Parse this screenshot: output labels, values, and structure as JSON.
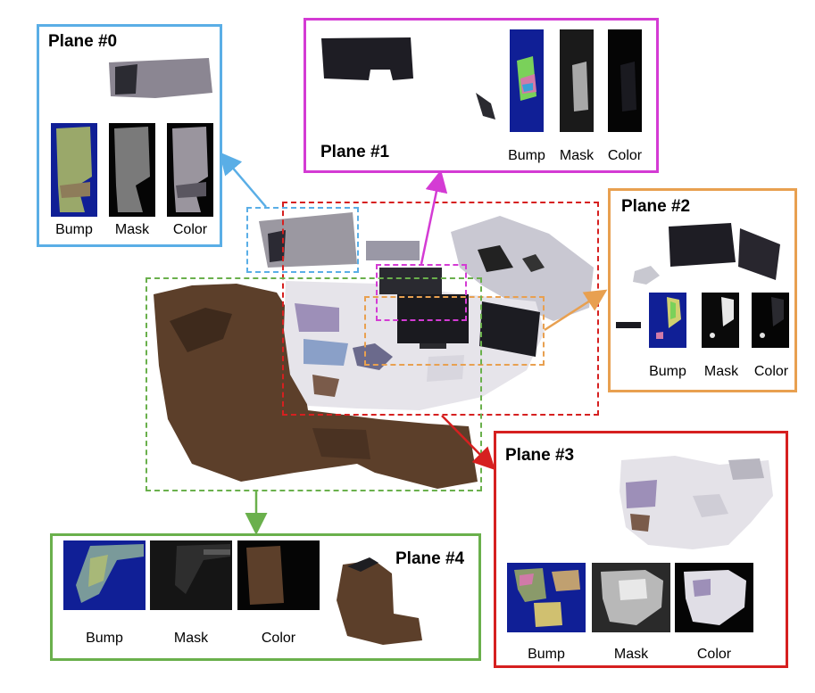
{
  "colors": {
    "plane0": "#5aaee6",
    "plane1": "#d43bd4",
    "plane2": "#e8a050",
    "plane3": "#d62020",
    "plane4": "#6ab04c",
    "bump_bg": "#101f96",
    "floor_brown": "#5c3f2a"
  },
  "panels": {
    "plane0": {
      "title": "Plane #0",
      "captions": [
        "Bump",
        "Mask",
        "Color"
      ]
    },
    "plane1": {
      "title": "Plane #1",
      "captions": [
        "Bump",
        "Mask",
        "Color"
      ]
    },
    "plane2": {
      "title": "Plane #2",
      "captions": [
        "Bump",
        "Mask",
        "Color"
      ]
    },
    "plane3": {
      "title": "Plane #3",
      "captions": [
        "Bump",
        "Mask",
        "Color"
      ]
    },
    "plane4": {
      "title": "Plane #4",
      "captions": [
        "Bump",
        "Mask",
        "Color"
      ]
    }
  }
}
